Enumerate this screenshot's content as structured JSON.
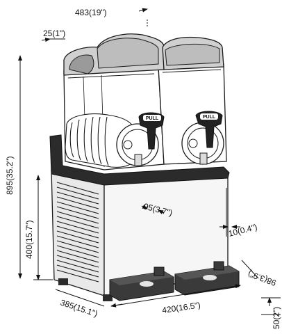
{
  "dimensions": {
    "width_top": "483(19\")",
    "top_offset": "25(1\")",
    "total_height": "895(35.2\")",
    "base_height": "400(15.7\")",
    "tap_spacing": "95(3.7\")",
    "side_offset": "10(0.4\")",
    "tray_depth": "98(3.9\")",
    "base_depth": "385(15.1\")",
    "base_width": "420(16.5\")",
    "tray_height": "50(2\")"
  },
  "taps": {
    "left_label": "PULL",
    "right_label": "PULL"
  },
  "colors": {
    "line": "#1a1a1a",
    "gray_band": "#9a9a9a",
    "dark_base": "#2b2b2b",
    "body": "#f4f4f4"
  }
}
